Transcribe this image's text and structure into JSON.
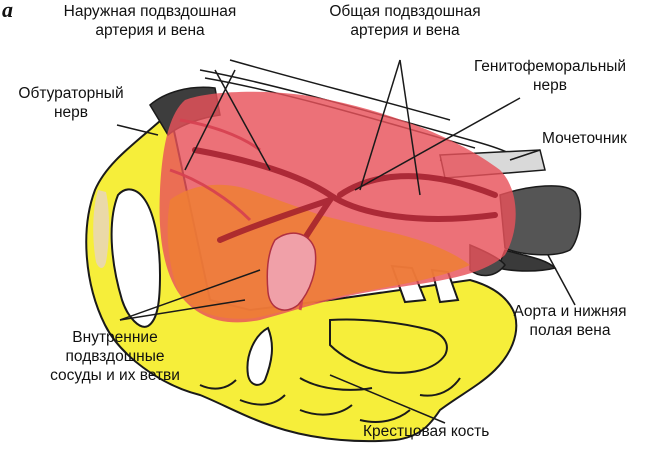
{
  "figure": {
    "panel_letter": "а",
    "labels": {
      "external_iliac": [
        "Наружная подвздошная",
        "артерия и вена"
      ],
      "common_iliac": [
        "Общая подвздошная",
        "артерия и вена"
      ],
      "genitofemoral": [
        "Генитофеморальный",
        "нерв"
      ],
      "obturator": [
        "Обтураторный",
        "нерв"
      ],
      "ureter": [
        "Мочеточник"
      ],
      "aorta": [
        "Аорта и нижняя",
        "полая вена"
      ],
      "internal_iliac": [
        "Внутренние",
        "подвздошные",
        "сосуды и их ветви"
      ],
      "sacrum": [
        "Крестцовая кость"
      ]
    }
  },
  "colors": {
    "bone": "#f6ee3a",
    "bone_outline": "#1a1a1a",
    "dissection_zone": "#e8525a",
    "vessel_red": "#c8323c",
    "vessel_orange": "#ee7f34",
    "aorta_grey": "#4d4d4d",
    "light_pink": "#f0a0a8"
  }
}
